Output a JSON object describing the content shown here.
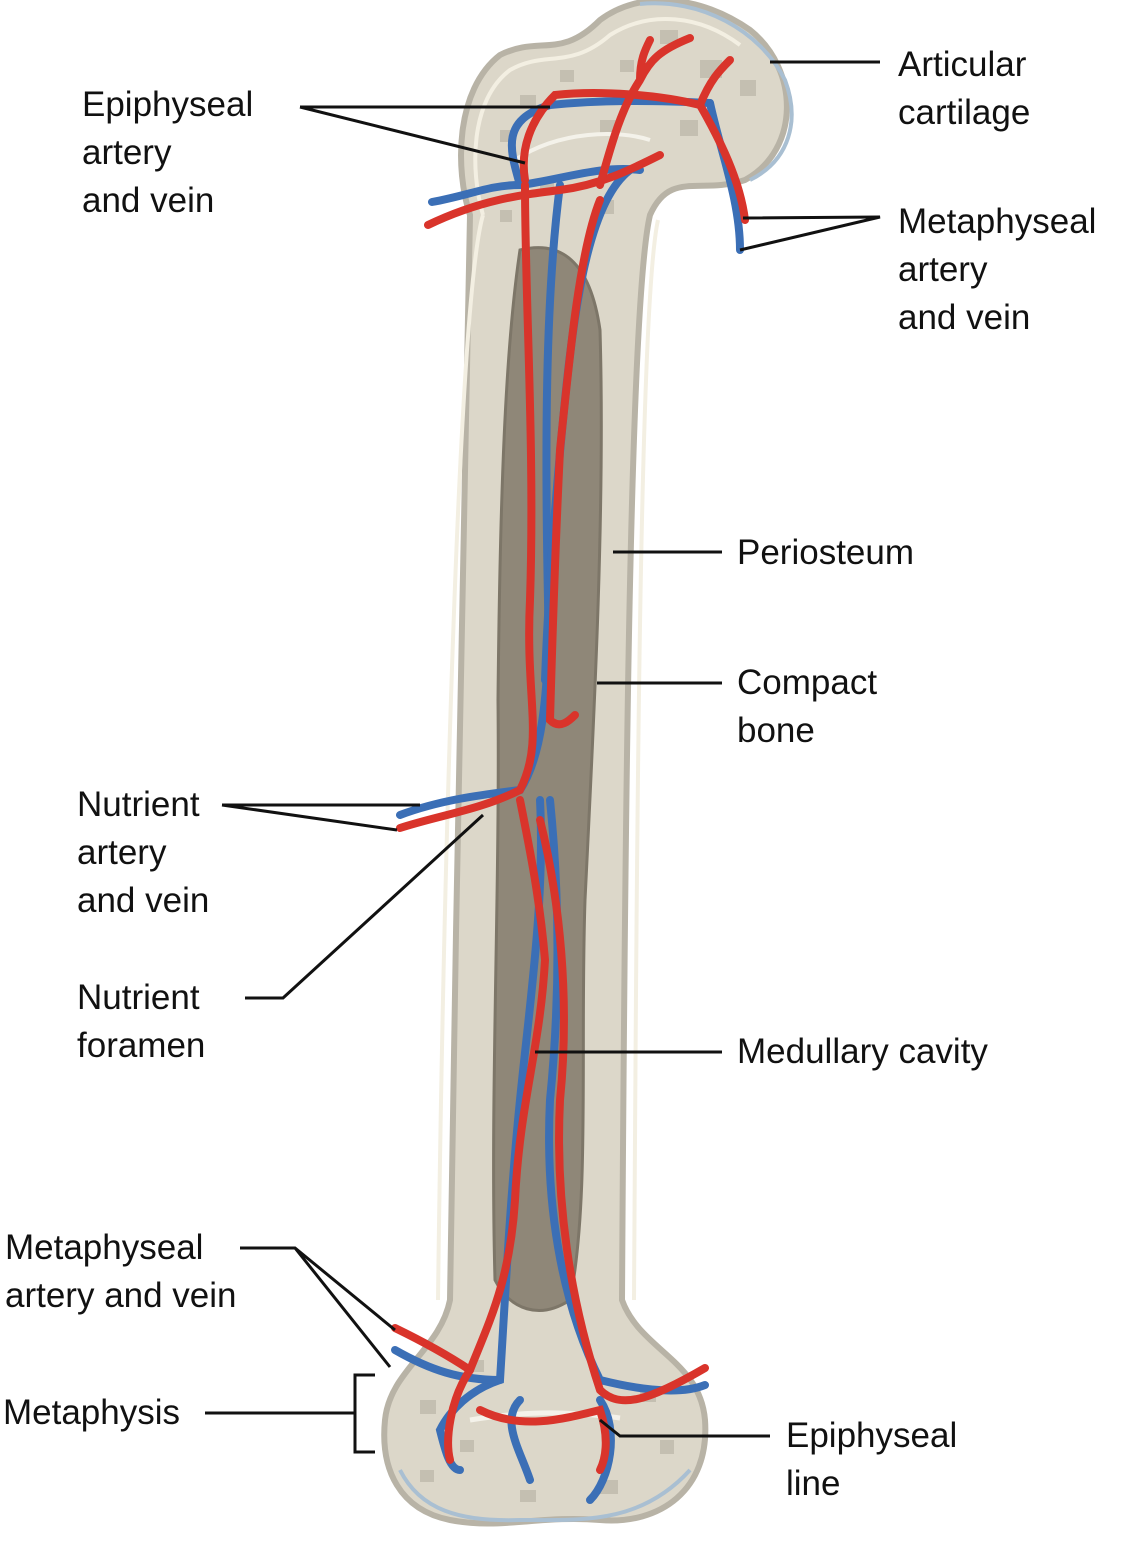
{
  "labels": {
    "epiphyseal_vessels": [
      "Epiphyseal",
      "artery",
      "and vein"
    ],
    "articular_cartilage": [
      "Articular",
      "cartilage"
    ],
    "metaphyseal_vessels_top": [
      "Metaphyseal",
      "artery",
      "and vein"
    ],
    "periosteum": [
      "Periosteum"
    ],
    "compact_bone": [
      "Compact",
      "bone"
    ],
    "nutrient_vessels": [
      "Nutrient",
      "artery",
      "and vein"
    ],
    "nutrient_foramen": [
      "Nutrient",
      "foramen"
    ],
    "medullary_cavity": [
      "Medullary cavity"
    ],
    "metaphyseal_vessels_bottom": [
      "Metaphyseal",
      "artery and vein"
    ],
    "metaphysis": [
      "Metaphysis"
    ],
    "epiphyseal_line": [
      "Epiphyseal",
      "line"
    ]
  },
  "colors": {
    "bone": "#dcd7c9",
    "bone_edge": "#b8b3a6",
    "periosteum": "#f3efe2",
    "cartilage": "#a9bfd2",
    "marrow": "#8f8778",
    "artery": "#d9342b",
    "vein": "#3b6fb6"
  }
}
